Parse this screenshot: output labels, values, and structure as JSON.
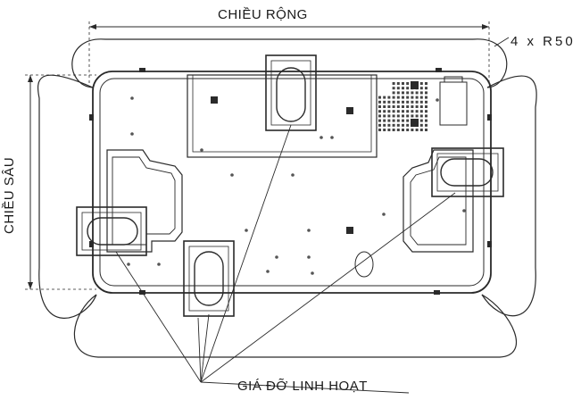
{
  "labels": {
    "width": "CHIỀU RỘNG",
    "depth": "CHIỀU SÂU",
    "radius": "4 x R50",
    "holder": "GIÁ ĐỠ LINH HOẠT"
  },
  "colors": {
    "line": "#2a2a2a",
    "background": "#ffffff"
  }
}
